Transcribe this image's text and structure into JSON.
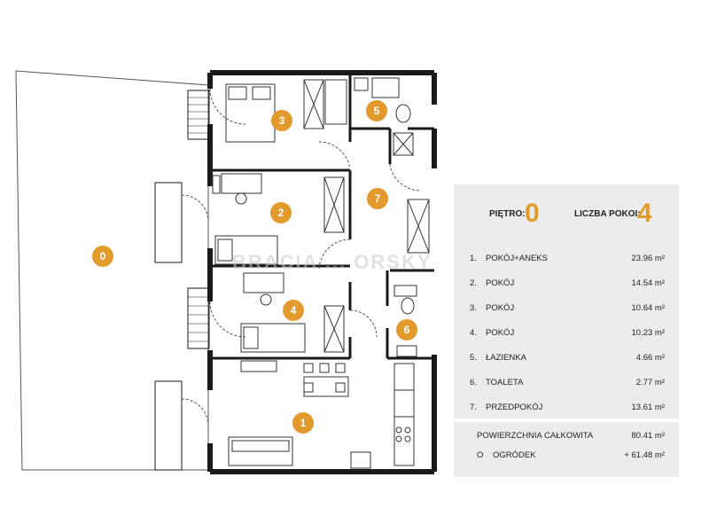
{
  "rooms": [
    {
      "num": "1",
      "idx": "1.",
      "name": "POKÓJ+ANEKS",
      "area": "23.96 m²"
    },
    {
      "num": "2",
      "idx": "2.",
      "name": "POKÓJ",
      "area": "14.54 m²"
    },
    {
      "num": "3",
      "idx": "3.",
      "name": "POKÓJ",
      "area": "10.64 m²"
    },
    {
      "num": "4",
      "idx": "4.",
      "name": "POKÓJ",
      "area": "10.23 m²"
    },
    {
      "num": "5",
      "idx": "5.",
      "name": "ŁAZIENKA",
      "area": "4.66 m²"
    },
    {
      "num": "6",
      "idx": "6.",
      "name": "TOALETA",
      "area": "2.77 m²"
    },
    {
      "num": "7",
      "idx": "7.",
      "name": "PRZEDPOKÓJ",
      "area": "13.61 m²"
    }
  ],
  "garden_marker": "0",
  "panel": {
    "floor_label": "PIĘTRO:",
    "floor_value": "0",
    "rooms_label": "LICZBA POKOI:",
    "rooms_value": "4",
    "total_label": "POWIERZCHNIA CAŁKOWITA",
    "total_value": "80.41 m²",
    "garden_idx": "O",
    "garden_label": "OGRÓDEK",
    "garden_value": "+ 61.48 m²"
  },
  "watermark": "BRACIA ... ORSKY",
  "colors": {
    "accent": "#e39a2d",
    "wall": "#1a1a1a",
    "panel_bg": "#ececec"
  }
}
